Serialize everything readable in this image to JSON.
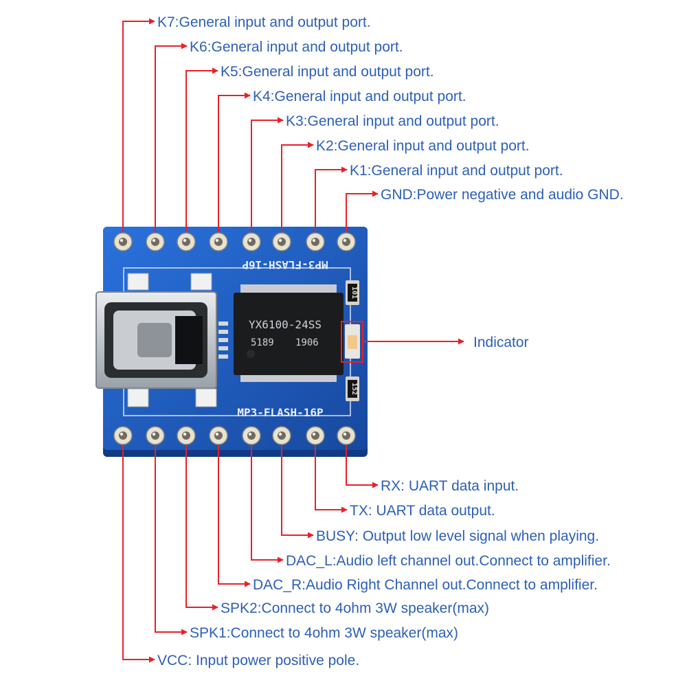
{
  "board": {
    "silk_top": "MP3-FLASH-16P",
    "silk_bottom": "MP3-FLASH-16P",
    "chip_line1": "YX6100-24SS",
    "chip_line2a": "5189",
    "chip_line2b": "1906",
    "res_top": "101",
    "res_bottom": "152"
  },
  "top_pins": [
    {
      "id": "k7",
      "label": "K7:General input and output port."
    },
    {
      "id": "k6",
      "label": "K6:General input and output port."
    },
    {
      "id": "k5",
      "label": "K5:General input and output port."
    },
    {
      "id": "k4",
      "label": "K4:General input and output port."
    },
    {
      "id": "k3",
      "label": "K3:General input and output port."
    },
    {
      "id": "k2",
      "label": "K2:General input and output port."
    },
    {
      "id": "k1",
      "label": "K1:General input and output port."
    },
    {
      "id": "gnd",
      "label": "GND:Power negative and audio GND."
    }
  ],
  "indicator": {
    "label": "Indicator"
  },
  "bottom_pins": [
    {
      "id": "vcc",
      "label": "VCC: Input power positive pole."
    },
    {
      "id": "spk1",
      "label": "SPK1:Connect to 4ohm 3W speaker(max)"
    },
    {
      "id": "spk2",
      "label": "SPK2:Connect to 4ohm 3W speaker(max)"
    },
    {
      "id": "dac-r",
      "label": "DAC_R:Audio Right Channel out.Connect to amplifier."
    },
    {
      "id": "dac-l",
      "label": "DAC_L:Audio left channel out.Connect to amplifier."
    },
    {
      "id": "busy",
      "label": "BUSY: Output low level signal when playing."
    },
    {
      "id": "tx",
      "label": "TX: UART data output."
    },
    {
      "id": "rx",
      "label": "RX: UART data input."
    }
  ],
  "colors": {
    "leader": "#e8202a",
    "label_text": "#2c5fb8",
    "pcb": "#1f5fc7"
  }
}
